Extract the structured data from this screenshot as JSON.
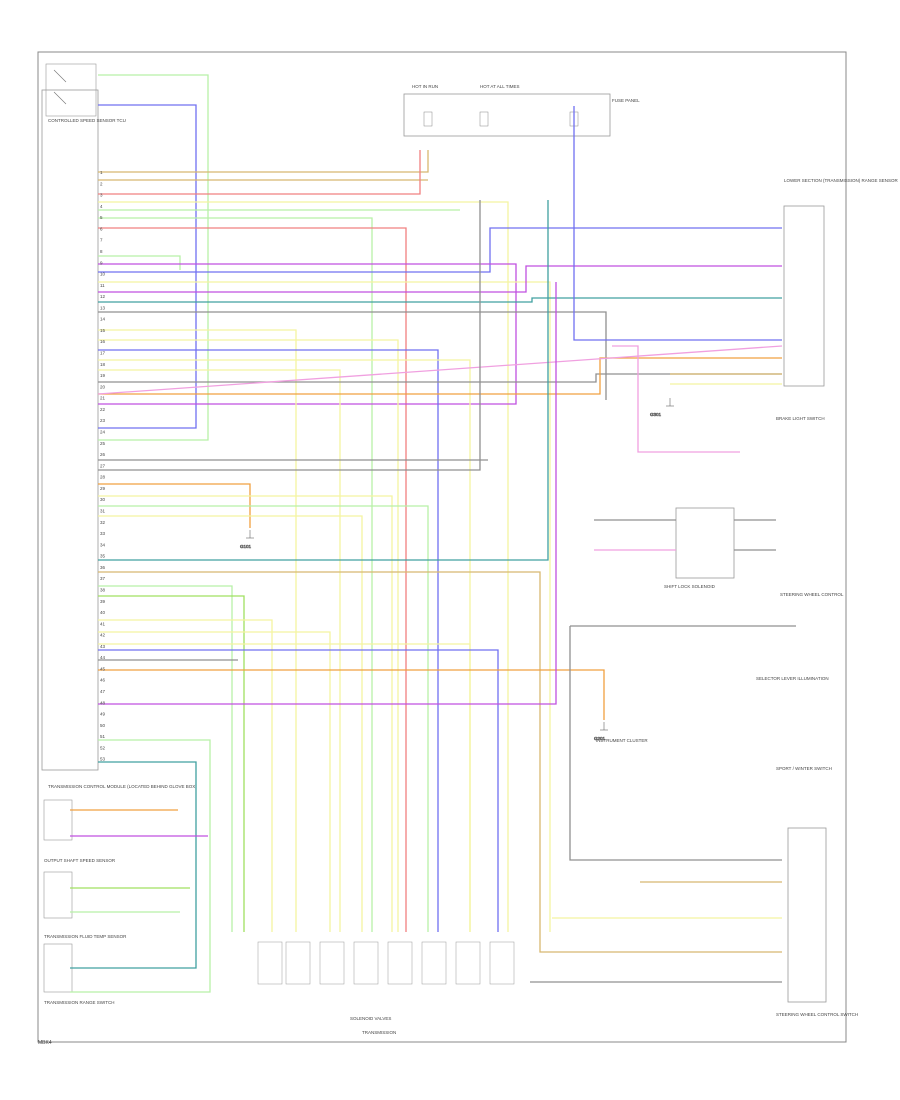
{
  "diagram": {
    "footer_code": "MBK4",
    "labels": {
      "tcm_top": "CONTROLLED SPEED SENSOR TCU",
      "tcm_bottom": "TRANSMISSION CONTROL MODULE (LOCATED BEHIND GLOVE BOX)",
      "fuse_panel": "HOT AT ALL TIMES",
      "fuse_left": "HOT IN RUN",
      "fuse_right": "FUSE PANEL",
      "rng_sensor": "OUTPUT SHAFT SPEED SENSOR",
      "rng_sensor2": "TRANSMISSION FLUID TEMP SENSOR",
      "trans_range": "TRANSMISSION RANGE SWITCH",
      "right_top": "LOWER SECTION (TRANSMISSION) RANGE SENSOR",
      "select_lever": "SELECTOR LEVER ILLUMINATION",
      "shift_lock": "SHIFT LOCK SOLENOID",
      "brake_switch": "BRAKE LIGHT SWITCH",
      "steering": "STEERING WHEEL CONTROL",
      "sport_switch": "SPORT / WINTER SWITCH",
      "ground_g1": "G101",
      "ground_g2": "G201",
      "ground_g3": "G301",
      "solenoid_block": "SOLENOID VALVES",
      "transmission": "TRANSMISSION",
      "cluster": "INSTRUMENT CLUSTER",
      "right_bottom": "STEERING WHEEL CONTROL SWITCH"
    },
    "connector_pins": [
      "1",
      "2",
      "3",
      "4",
      "5",
      "6",
      "7",
      "8",
      "9",
      "10",
      "11",
      "12",
      "13",
      "14",
      "15",
      "16",
      "17",
      "18",
      "19",
      "20",
      "21",
      "22",
      "23",
      "24",
      "25",
      "26",
      "27",
      "28",
      "29",
      "30",
      "31",
      "32",
      "33",
      "34",
      "35",
      "36",
      "37",
      "38",
      "39",
      "40",
      "41",
      "42",
      "43",
      "44",
      "45",
      "46",
      "47",
      "48",
      "49",
      "50",
      "51",
      "52",
      "53"
    ],
    "colors": {
      "green": "#b8f0a8",
      "blue": "#7070f0",
      "red": "#f08080",
      "yellow": "#f4f4a0",
      "purple": "#c050e0",
      "teal": "#40a0a0",
      "orange": "#f0a040",
      "gray": "#909090",
      "pink": "#f0a0e0",
      "tan": "#d8b870",
      "lime": "#a0e060",
      "black": "#222222"
    }
  }
}
